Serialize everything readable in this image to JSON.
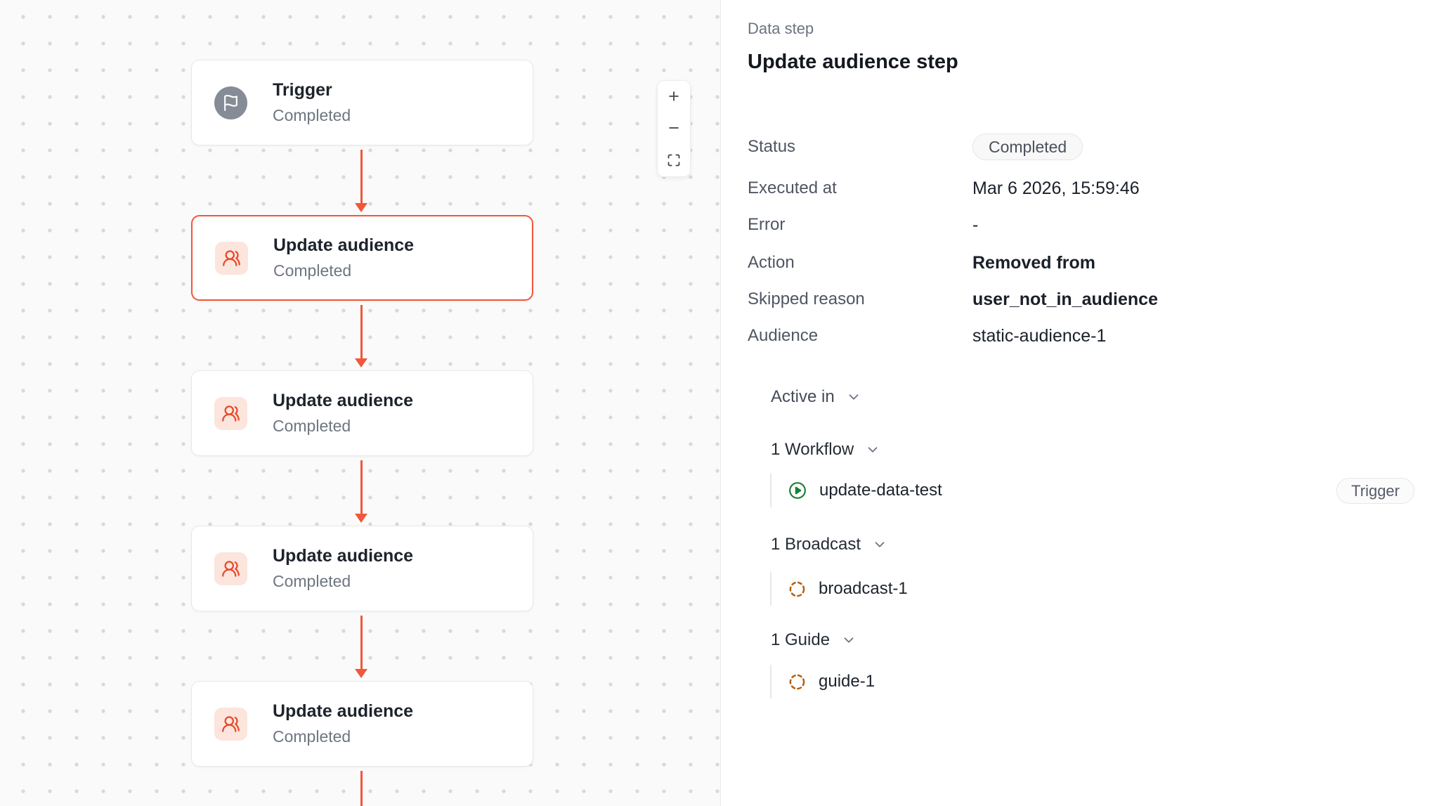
{
  "canvas": {
    "nodes": [
      {
        "title": "Trigger",
        "subtitle": "Completed",
        "icon": "flag-icon",
        "selected": false
      },
      {
        "title": "Update audience",
        "subtitle": "Completed",
        "icon": "users-icon",
        "selected": true
      },
      {
        "title": "Update audience",
        "subtitle": "Completed",
        "icon": "users-icon",
        "selected": false
      },
      {
        "title": "Update audience",
        "subtitle": "Completed",
        "icon": "users-icon",
        "selected": false
      },
      {
        "title": "Update audience",
        "subtitle": "Completed",
        "icon": "users-icon",
        "selected": false
      }
    ],
    "zoom_controls": {
      "zoom_in": "+",
      "zoom_out": "−",
      "fit": "fit-view-icon"
    }
  },
  "panel": {
    "eyebrow": "Data step",
    "title": "Update audience step",
    "details": [
      {
        "label": "Status",
        "value": "Completed"
      },
      {
        "label": "Executed at",
        "value": "Mar 6 2026, 15:59:46"
      },
      {
        "label": "Error",
        "value": "-"
      },
      {
        "label": "Action",
        "value": "Removed from"
      },
      {
        "label": "Skipped reason",
        "value": "user_not_in_audience"
      },
      {
        "label": "Audience",
        "value": "static-audience-1"
      }
    ],
    "active_in": {
      "label": "Active in",
      "groups": [
        {
          "label": "1 Workflow",
          "items": [
            {
              "name": "update-data-test",
              "icon": "play-circle-icon",
              "tag": "Trigger"
            }
          ]
        },
        {
          "label": "1 Broadcast",
          "items": [
            {
              "name": "broadcast-1",
              "icon": "dashed-circle-icon"
            }
          ]
        },
        {
          "label": "1 Guide",
          "items": [
            {
              "name": "guide-1",
              "icon": "dashed-circle-icon"
            }
          ]
        }
      ]
    }
  },
  "colors": {
    "accent_flow": "#f1573a",
    "canvas_bg": "#fafafa",
    "link_blue": "#2c63e8",
    "workflow_green": "#1a7f37",
    "draft_orange": "#b45f0e",
    "trigger_icon_gray": "#858c96",
    "audience_icon_bg": "#fce5dd"
  }
}
